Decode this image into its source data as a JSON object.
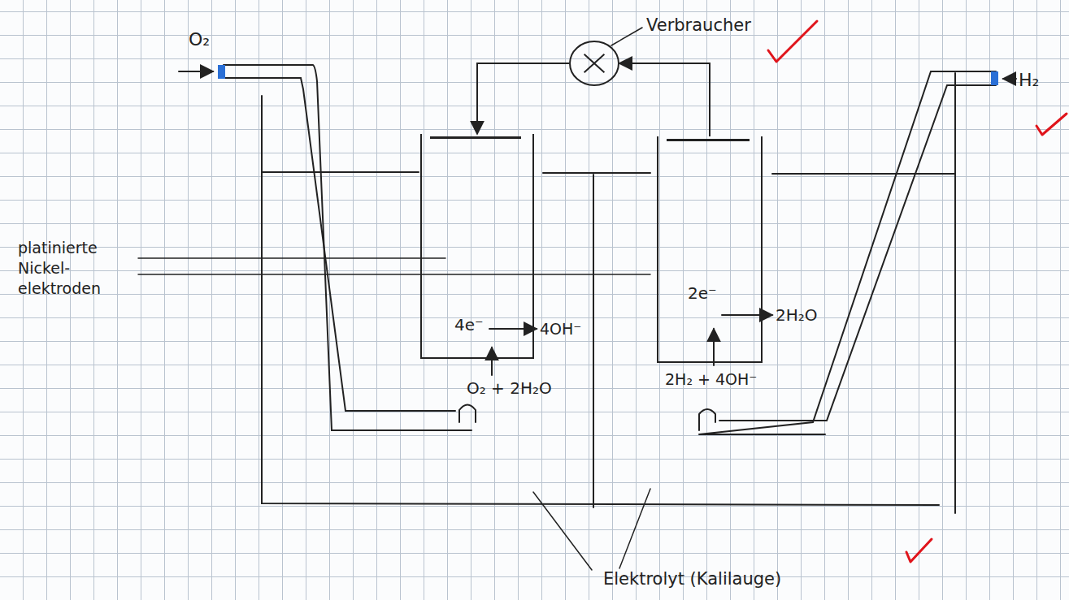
{
  "diagram": {
    "nodes": [
      {
        "text": [
          "Verbraucher"
        ]
      },
      {
        "text": [
          "4e⁻"
        ]
      },
      {
        "text": [
          "2e⁻"
        ]
      }
    ],
    "edges": [
      {
        "from": 2,
        "to": 0,
        "arrow": "to"
      },
      {
        "from": 0,
        "to": 1,
        "arrow": "to"
      }
    ],
    "labels": [
      "O₂",
      "H₂",
      "platinierte Nickel- elektroden",
      "4OH⁻",
      "O₂ + 2H₂O",
      "2H₂O",
      "2H₂ + 4OH⁻",
      "Elektrolyt (Kalilauge)"
    ]
  }
}
